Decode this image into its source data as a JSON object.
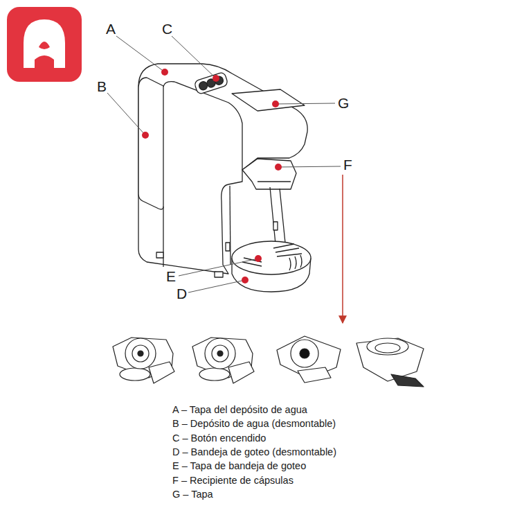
{
  "diagram": {
    "labels": [
      "A",
      "C",
      "B",
      "G",
      "F",
      "E",
      "D",
      "A – Tapa del depósito de agua",
      "B – Depósito de agua (desmontable)",
      "C – Botón encendido",
      "D – Bandeja de goteo (desmontable)",
      "E – Tapa de bandeja de goteo",
      "F – Recipiente de cápsulas",
      "G – Tapa"
    ]
  }
}
